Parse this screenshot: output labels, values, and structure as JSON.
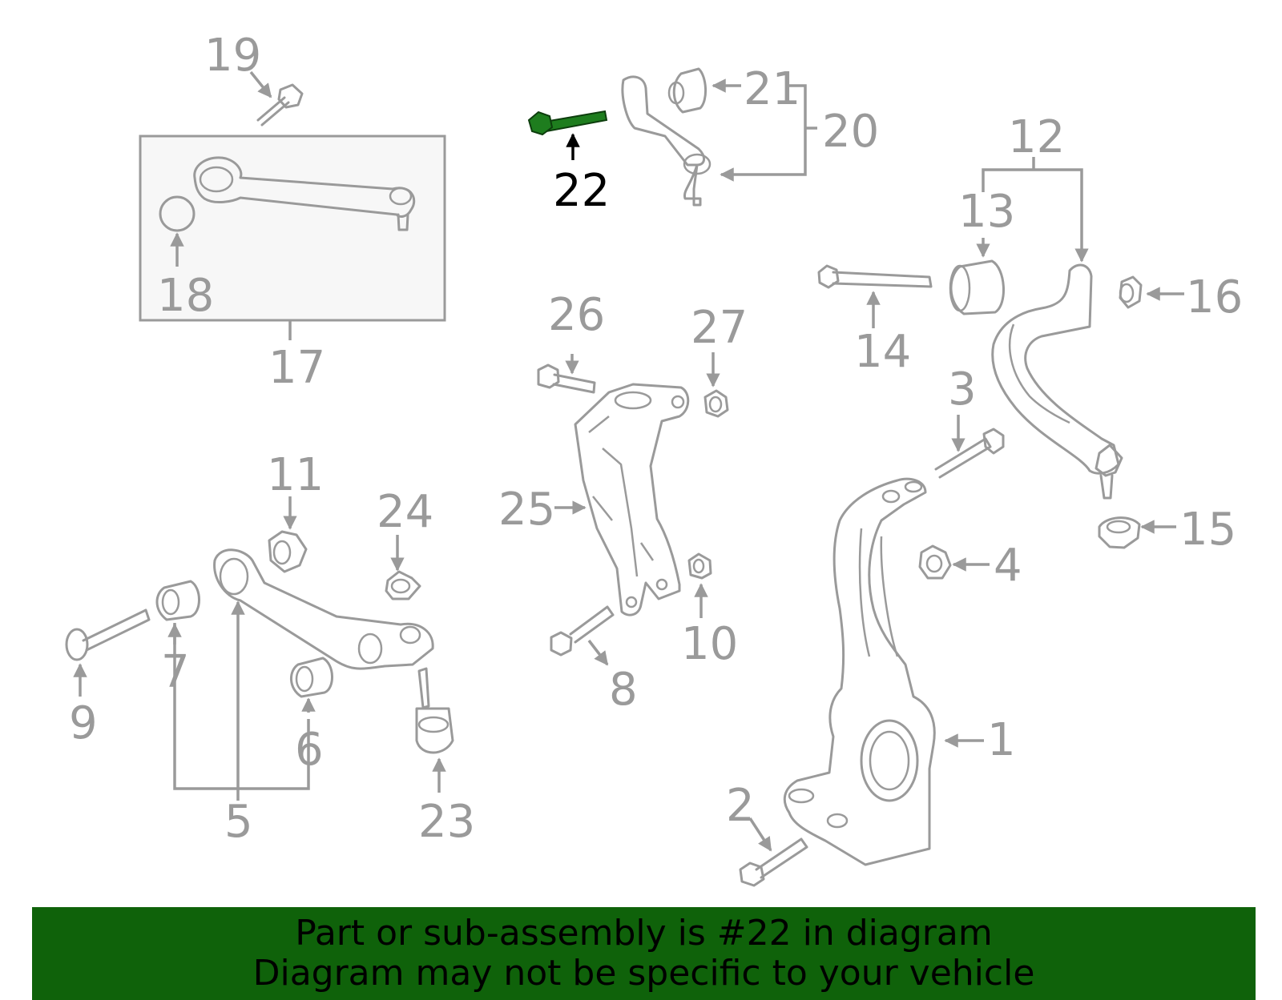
{
  "highlight_color": "#1e7d1e",
  "banner_color": "#0f620a",
  "labels": {
    "l1": "1",
    "l2": "2",
    "l3": "3",
    "l4": "4",
    "l5": "5",
    "l6": "6",
    "l7": "7",
    "l8": "8",
    "l9": "9",
    "l10": "10",
    "l11": "11",
    "l12": "12",
    "l13": "13",
    "l14": "14",
    "l15": "15",
    "l16": "16",
    "l17": "17",
    "l18": "18",
    "l19": "19",
    "l20": "20",
    "l21": "21",
    "l22": "22",
    "l23": "23",
    "l24": "24",
    "l25": "25",
    "l26": "26",
    "l27": "27"
  },
  "highlighted_part": "22",
  "banner": {
    "line1": "Part or sub-assembly is #22 in diagram",
    "line2": "Diagram may not be specific to your vehicle"
  }
}
